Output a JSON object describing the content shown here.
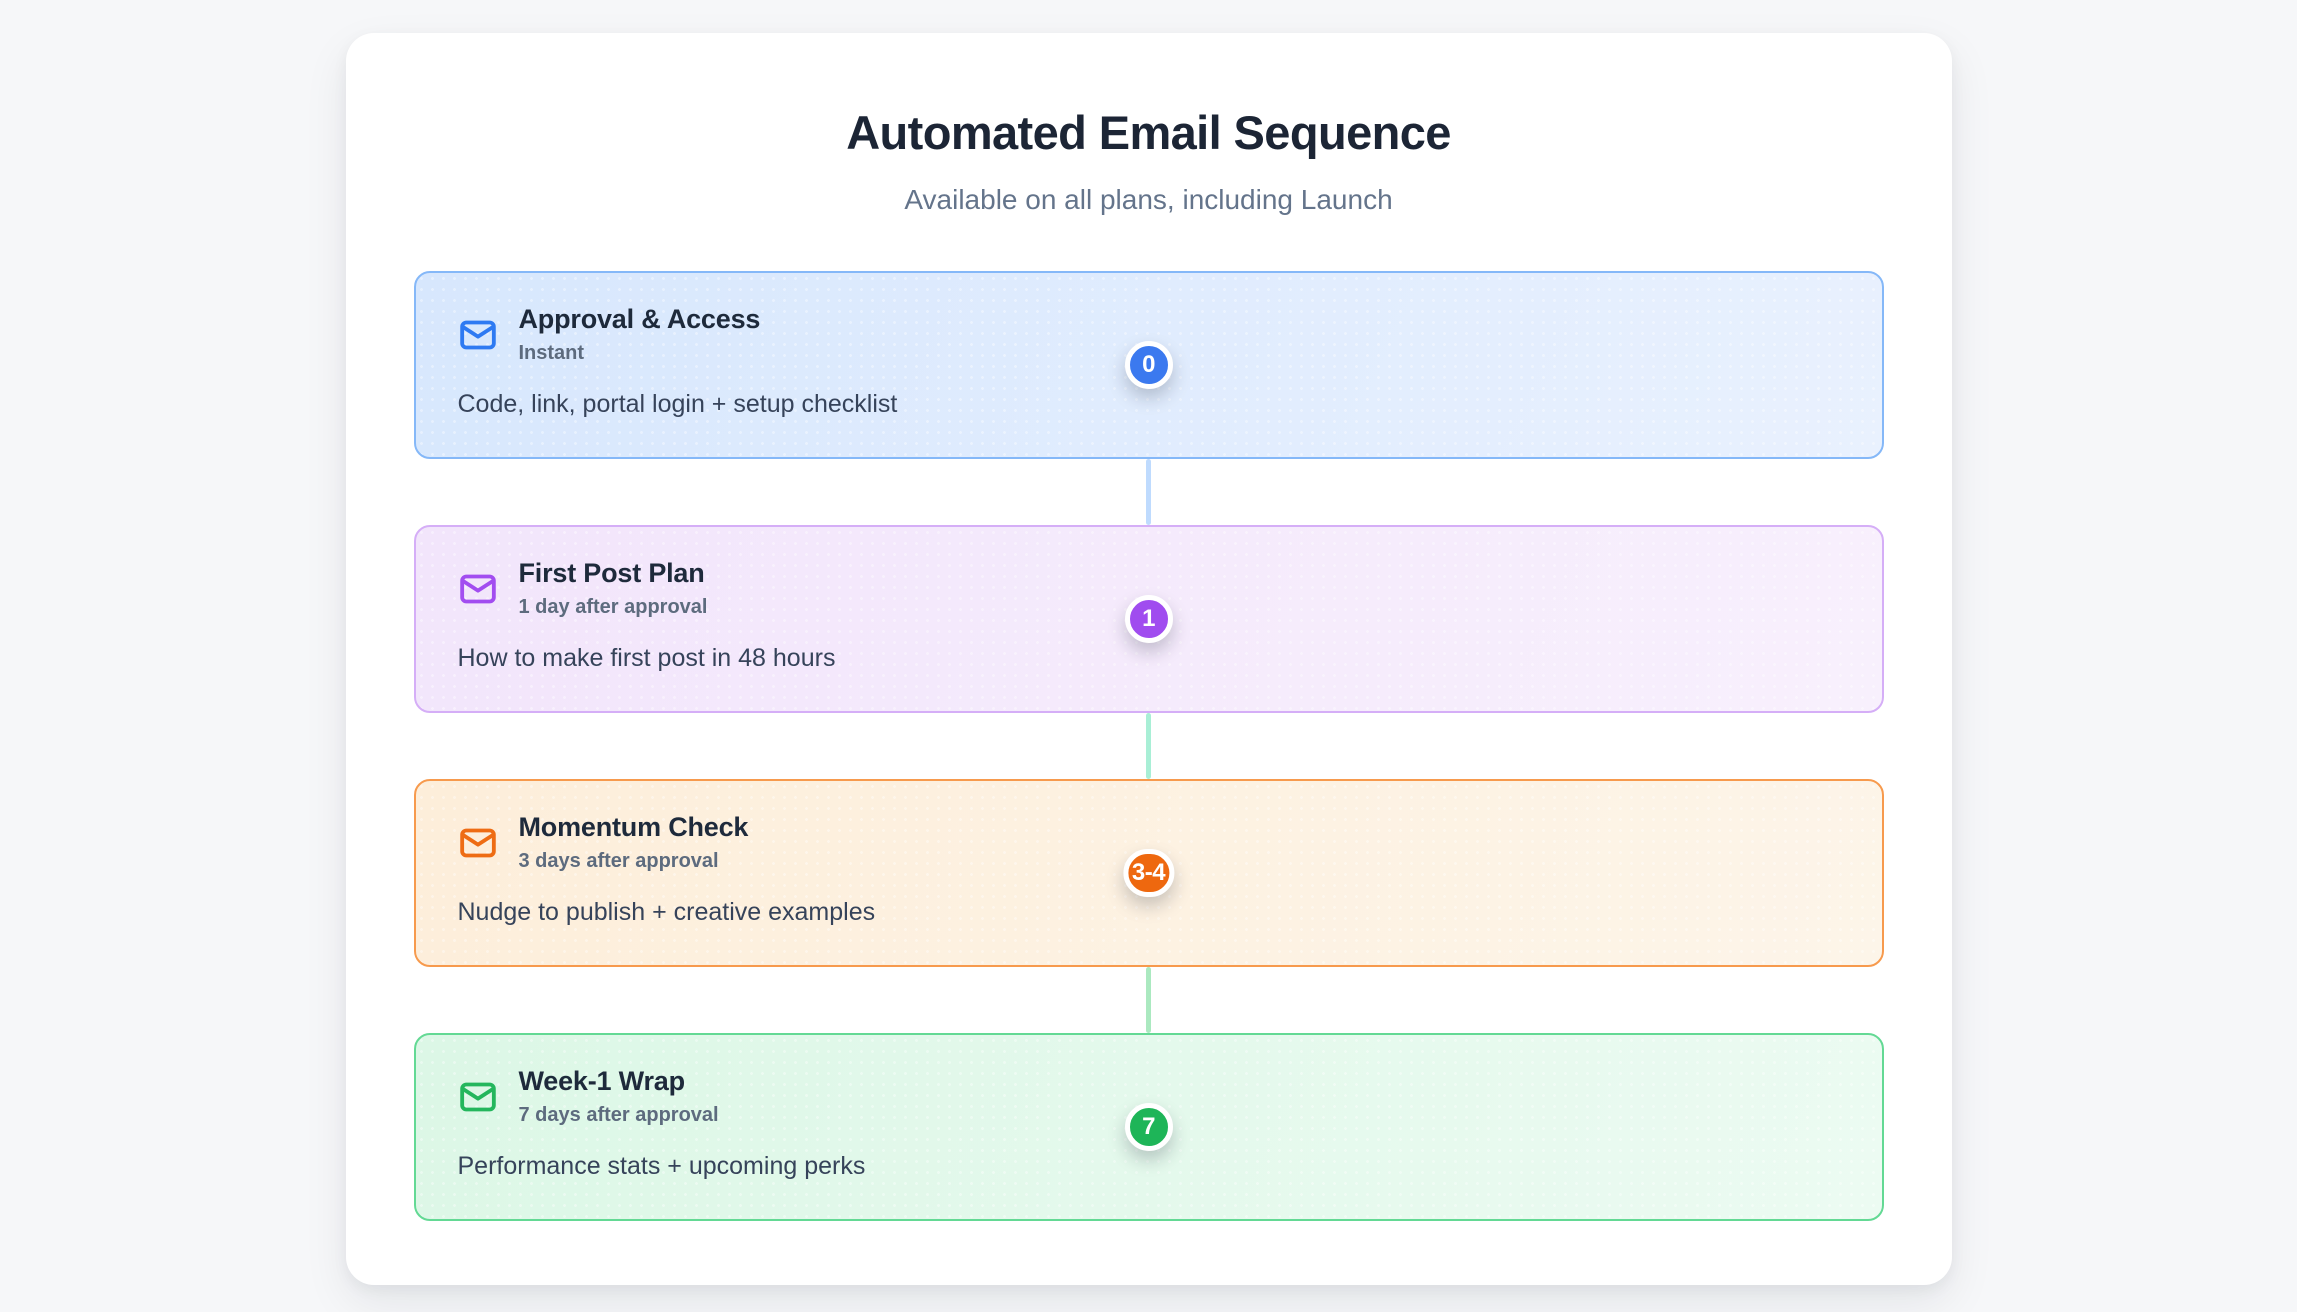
{
  "header": {
    "title": "Automated Email Sequence",
    "subtitle": "Available on all plans, including Launch"
  },
  "emails": [
    {
      "title": "Approval & Access",
      "timing": "Instant",
      "description": "Code, link, portal login + setup checklist",
      "badge": "0",
      "icon": "mail-icon",
      "colors": {
        "accent": "#3b79ef",
        "icon": "#2e7af2",
        "border": "#85b8f8",
        "bg_from": "#d7e7fd",
        "bg_to": "#e9f1fe"
      }
    },
    {
      "title": "First Post Plan",
      "timing": "1 day after approval",
      "description": "How to make first post in 48 hours",
      "badge": "1",
      "icon": "mail-icon",
      "colors": {
        "accent": "#a04cef",
        "icon": "#a24df0",
        "border": "#d5aef7",
        "bg_from": "#f2e5fb",
        "bg_to": "#f8f0fd"
      }
    },
    {
      "title": "Momentum Check",
      "timing": "3 days after approval",
      "description": "Nudge to publish + creative examples",
      "badge": "3-4",
      "icon": "mail-icon",
      "colors": {
        "accent": "#ee680f",
        "icon": "#ee6c14",
        "border": "#f79a4d",
        "bg_from": "#fdeeda",
        "bg_to": "#fdf5e9"
      }
    },
    {
      "title": "Week-1 Wrap",
      "timing": "7 days after approval",
      "description": "Performance stats + upcoming perks",
      "badge": "7",
      "icon": "mail-icon",
      "colors": {
        "accent": "#1eb558",
        "icon": "#24b65d",
        "border": "#63d994",
        "bg_from": "#dcf7e6",
        "bg_to": "#ecfbf2"
      }
    }
  ],
  "connectors": [
    {
      "color": "#bfdbfe"
    },
    {
      "color": "#a9efd6"
    },
    {
      "color": "#abe9c0"
    }
  ]
}
